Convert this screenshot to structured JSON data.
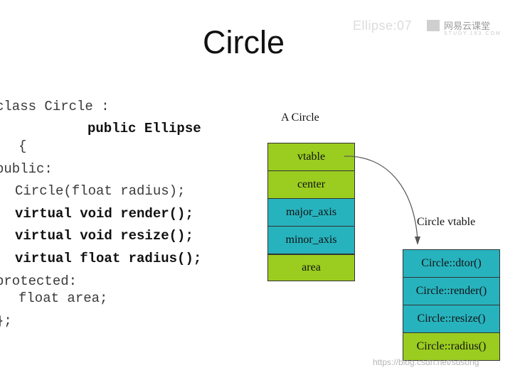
{
  "title": "Circle",
  "watermark": {
    "left_text": "Ellipse:07",
    "brand_name": "网易云课堂",
    "brand_sub": "STUDY.163.COM",
    "url": "https://blog.csdn.net/sdsong"
  },
  "code": {
    "line1": "class Circle :",
    "line2": "public Ellipse",
    "line3": "{",
    "line4": "public:",
    "line5": "Circle(float radius);",
    "line6": "virtual void render();",
    "line7": "virtual void resize();",
    "line8": "virtual float radius();",
    "line9": "protected:",
    "line10": "float area;",
    "line11": "};"
  },
  "object_layout": {
    "label": "A Circle",
    "fields": [
      "vtable",
      "center",
      "major_axis",
      "minor_axis",
      "area"
    ]
  },
  "vtable": {
    "label": "Circle vtable",
    "entries": [
      "Circle::dtor()",
      "Circle::render()",
      "Circle::resize()",
      "Circle::radius()"
    ]
  },
  "colors": {
    "green": "#9acd1f",
    "teal": "#27b3be"
  }
}
